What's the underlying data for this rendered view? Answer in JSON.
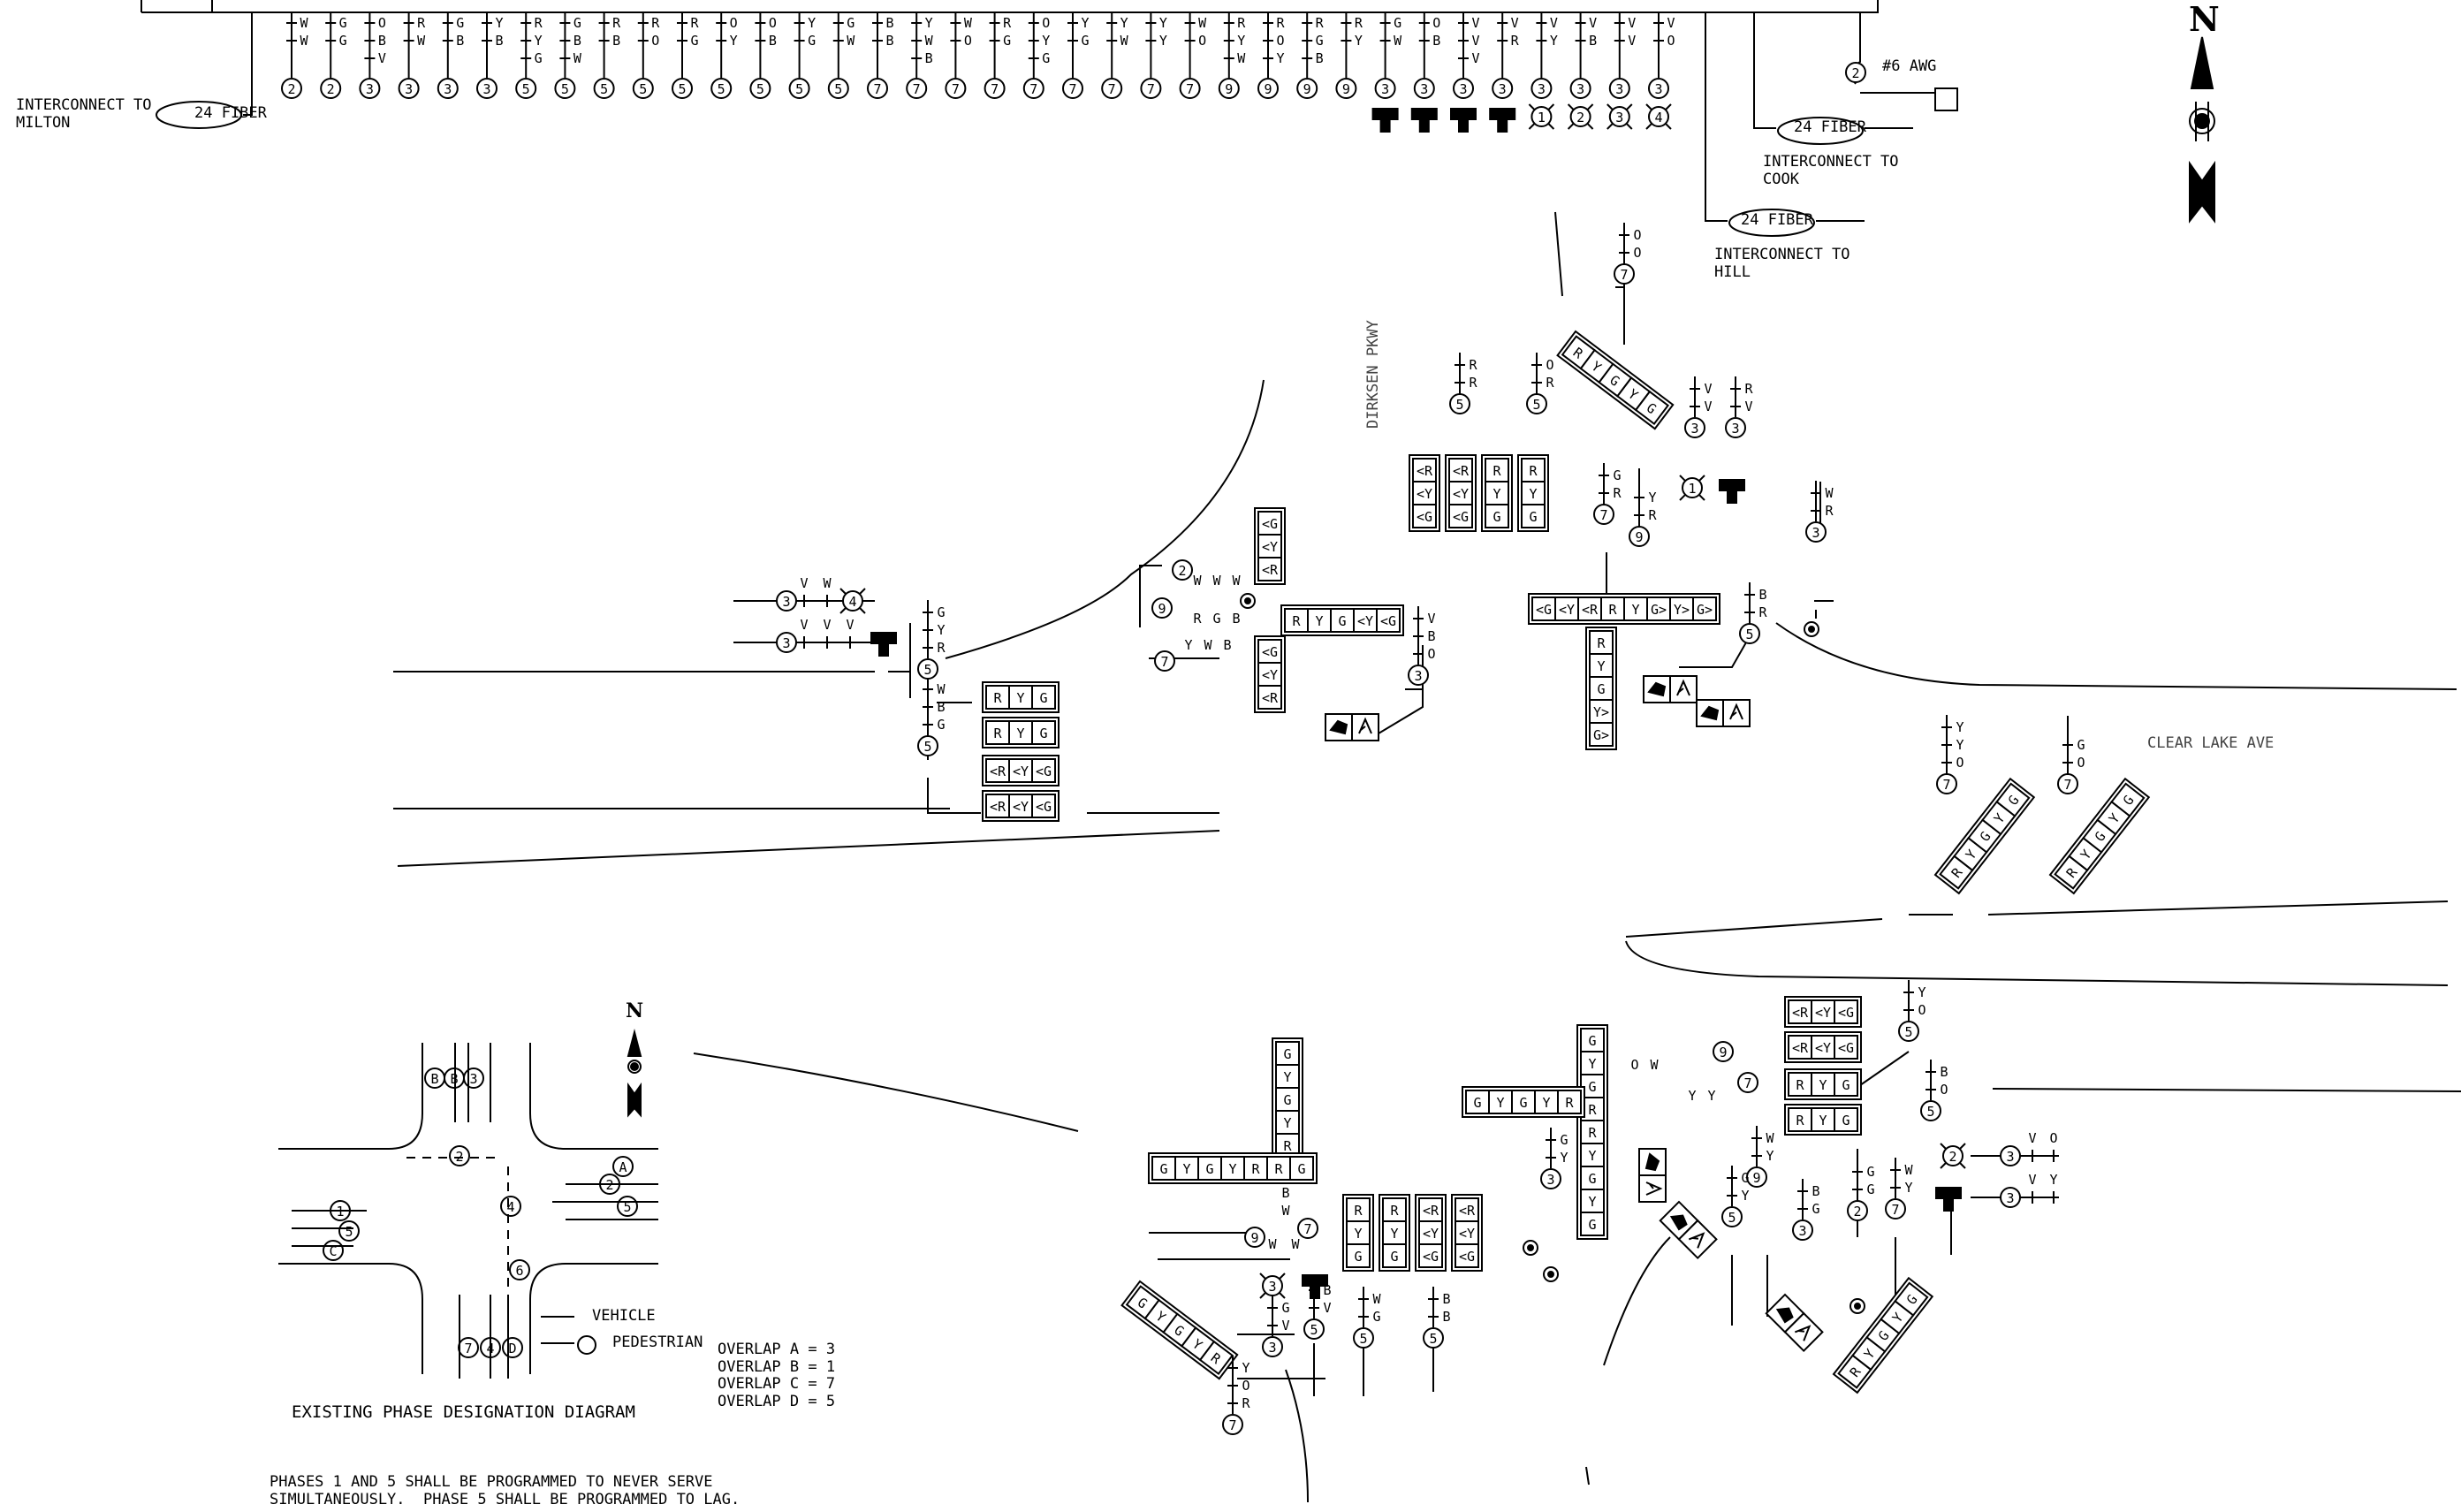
{
  "labels": {
    "interconnect_milton": "INTERCONNECT TO\nMILTON",
    "fiber_milton": "24 FIBER",
    "interconnect_cook": "INTERCONNECT TO\nCOOK",
    "fiber_cook": "24 FIBER",
    "interconnect_hill": "INTERCONNECT TO\nHILL",
    "fiber_hill": "24 FIBER",
    "awg": "#6 AWG",
    "dirksen": "DIRKSEN PKWY",
    "clear_lake": "CLEAR LAKE AVE",
    "north": "N",
    "north_small": "N",
    "vehicle": "VEHICLE",
    "pedestrian": "PEDESTRIAN",
    "overlaps": "OVERLAP A = 3\nOVERLAP B = 1\nOVERLAP C = 7\nOVERLAP D = 5",
    "diagram_title": "EXISTING PHASE DESIGNATION DIAGRAM",
    "note": "PHASES 1 AND 5 SHALL BE PROGRAMMED TO NEVER SERVE\nSIMULTANEOUSLY.  PHASE 5 SHALL BE PROGRAMMED TO LAG."
  },
  "cable_bus": {
    "phases": [
      "2",
      "2",
      "3",
      "3",
      "3",
      "3",
      "5",
      "5",
      "5",
      "5",
      "5",
      "5",
      "5",
      "5",
      "5",
      "7",
      "7",
      "7",
      "7",
      "7",
      "7",
      "7",
      "7",
      "7",
      "9",
      "9",
      "9",
      "9",
      "3",
      "3",
      "3",
      "3",
      "3",
      "3",
      "3",
      "3"
    ],
    "conductors": [
      [
        "W",
        "W"
      ],
      [
        "G",
        "G"
      ],
      [
        "O",
        "B",
        "V"
      ],
      [
        "R",
        "W"
      ],
      [
        "G",
        "B"
      ],
      [
        "Y",
        "B"
      ],
      [
        "R",
        "Y",
        "G"
      ],
      [
        "G",
        "B",
        "W"
      ],
      [
        "R",
        "B"
      ],
      [
        "R",
        "O"
      ],
      [
        "R",
        "G"
      ],
      [
        "O",
        "Y"
      ],
      [
        "O",
        "B"
      ],
      [
        "Y",
        "G"
      ],
      [
        "G",
        "W"
      ],
      [
        "B",
        "B"
      ],
      [
        "Y",
        "W",
        "B"
      ],
      [
        "W",
        "O"
      ],
      [
        "R",
        "G"
      ],
      [
        "O",
        "Y",
        "G"
      ],
      [
        "Y",
        "G"
      ],
      [
        "Y",
        "W"
      ],
      [
        "Y",
        "Y"
      ],
      [
        "W",
        "O"
      ],
      [
        "R",
        "Y",
        "W"
      ],
      [
        "R",
        "O",
        "Y"
      ],
      [
        "R",
        "G",
        "B"
      ],
      [
        "R",
        "Y"
      ],
      [
        "G",
        "W"
      ],
      [
        "O",
        "B"
      ],
      [
        "V",
        "V",
        "V"
      ],
      [
        "V",
        "R"
      ],
      [
        "V",
        "Y"
      ],
      [
        "V",
        "B"
      ],
      [
        "V",
        "V"
      ],
      [
        "V",
        "O"
      ]
    ],
    "detector_phases": [
      "1",
      "2",
      "3",
      "4"
    ]
  },
  "signal_heads": {
    "sw_a": [
      "R",
      "Y",
      "G"
    ],
    "sw_b": [
      "R",
      "Y",
      "G"
    ],
    "sw_c": [
      "<R",
      "<Y",
      "<G"
    ],
    "sw_d": [
      "<R",
      "<Y",
      "<G"
    ],
    "nw_horiz": [
      "R",
      "Y",
      "G",
      "<Y",
      "<G"
    ],
    "nw_vert": [
      "<G",
      "<Y",
      "<R"
    ],
    "north_1": [
      "<R",
      "<Y",
      "<G"
    ],
    "north_2": [
      "<R",
      "<Y",
      "<G"
    ],
    "north_3": [
      "R",
      "Y",
      "G"
    ],
    "north_4": [
      "R",
      "Y",
      "G"
    ],
    "ne_horiz": [
      "<G",
      "<Y",
      "<R",
      "R",
      "Y",
      "G>",
      "Y>",
      "G>"
    ],
    "ne_vert": [
      "R",
      "Y",
      "G",
      "Y>",
      "G>"
    ],
    "e_1": [
      "<R",
      "<Y",
      "<G"
    ],
    "e_2": [
      "<R",
      "<Y",
      "<G"
    ],
    "e_3": [
      "R",
      "Y",
      "G"
    ],
    "e_4": [
      "R",
      "Y",
      "G"
    ],
    "s_1": [
      "R",
      "Y",
      "G"
    ],
    "s_2": [
      "R",
      "Y",
      "G"
    ],
    "s_3": [
      "<R",
      "<Y",
      "<G"
    ],
    "s_4": [
      "<R",
      "<Y",
      "<G"
    ]
  },
  "wire_tags": {
    "w1": [
      "R",
      "R"
    ],
    "w2": [
      "R",
      "O"
    ],
    "w3": [
      "O",
      "O"
    ],
    "w4": [
      "V",
      "V"
    ],
    "w5": [
      "V",
      "R"
    ],
    "w6": [
      "R",
      "W"
    ],
    "w7": [
      "R",
      "G"
    ],
    "w8": [
      "R",
      "Y"
    ],
    "w9": [
      "R",
      "B"
    ],
    "w10": [
      "O",
      "B",
      "V"
    ],
    "w11": [
      "G",
      "B",
      "W"
    ],
    "w12": [
      "O",
      "Y",
      "Y"
    ],
    "w13": [
      "O",
      "G"
    ],
    "w14": [
      "O",
      "Y"
    ],
    "w15": [
      "O",
      "B"
    ],
    "w16": [
      "V",
      "O"
    ],
    "w17": [
      "V",
      "Y"
    ],
    "w18": [
      "Y",
      "G"
    ],
    "w19": [
      "G",
      "B"
    ],
    "w20": [
      "G",
      "G"
    ],
    "w21": [
      "Y",
      "W"
    ],
    "w22": [
      "R",
      "O",
      "Y"
    ],
    "w23": [
      "V",
      "G"
    ],
    "w24": [
      "V",
      "B"
    ],
    "w25": [
      "G",
      "W"
    ],
    "w26": [
      "B",
      "B"
    ],
    "w27": [
      "Y",
      "G"
    ]
  },
  "phase_diagram": {
    "markers": [
      "B",
      "B",
      "3",
      "2",
      "A",
      "2",
      "4",
      "5",
      "1",
      "5",
      "C",
      "6",
      "7",
      "4",
      "D"
    ]
  }
}
